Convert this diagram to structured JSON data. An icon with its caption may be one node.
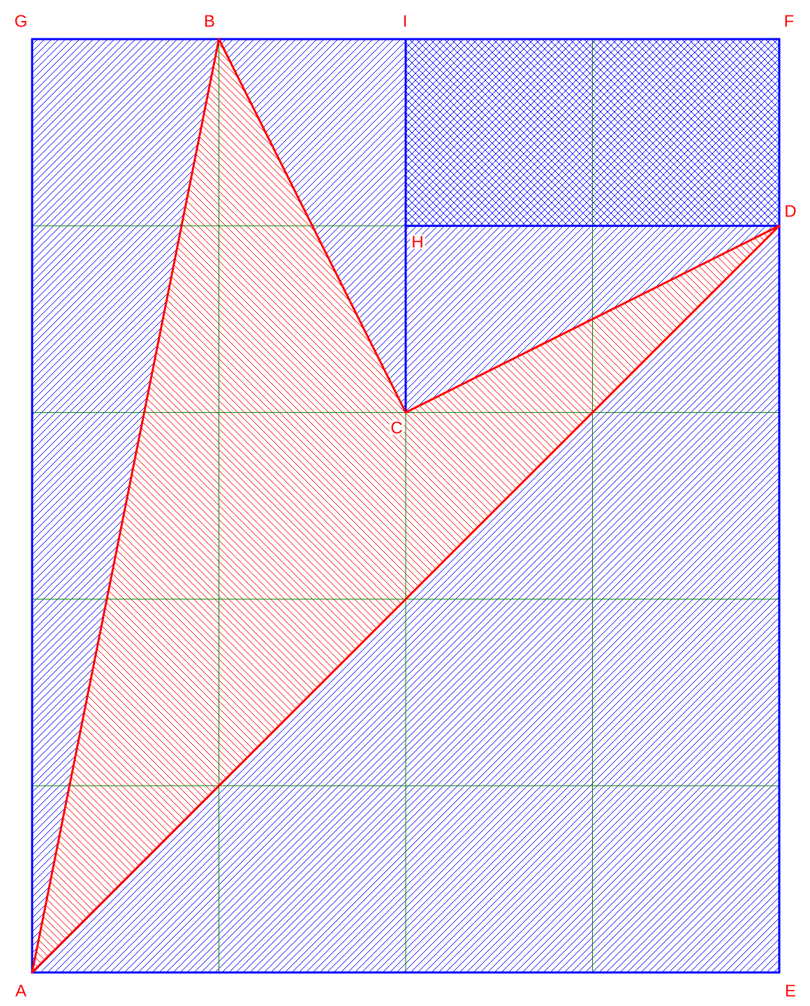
{
  "diagram": {
    "labels": [
      "G",
      "B",
      "I",
      "F",
      "D",
      "H",
      "C",
      "A",
      "E"
    ]
  }
}
